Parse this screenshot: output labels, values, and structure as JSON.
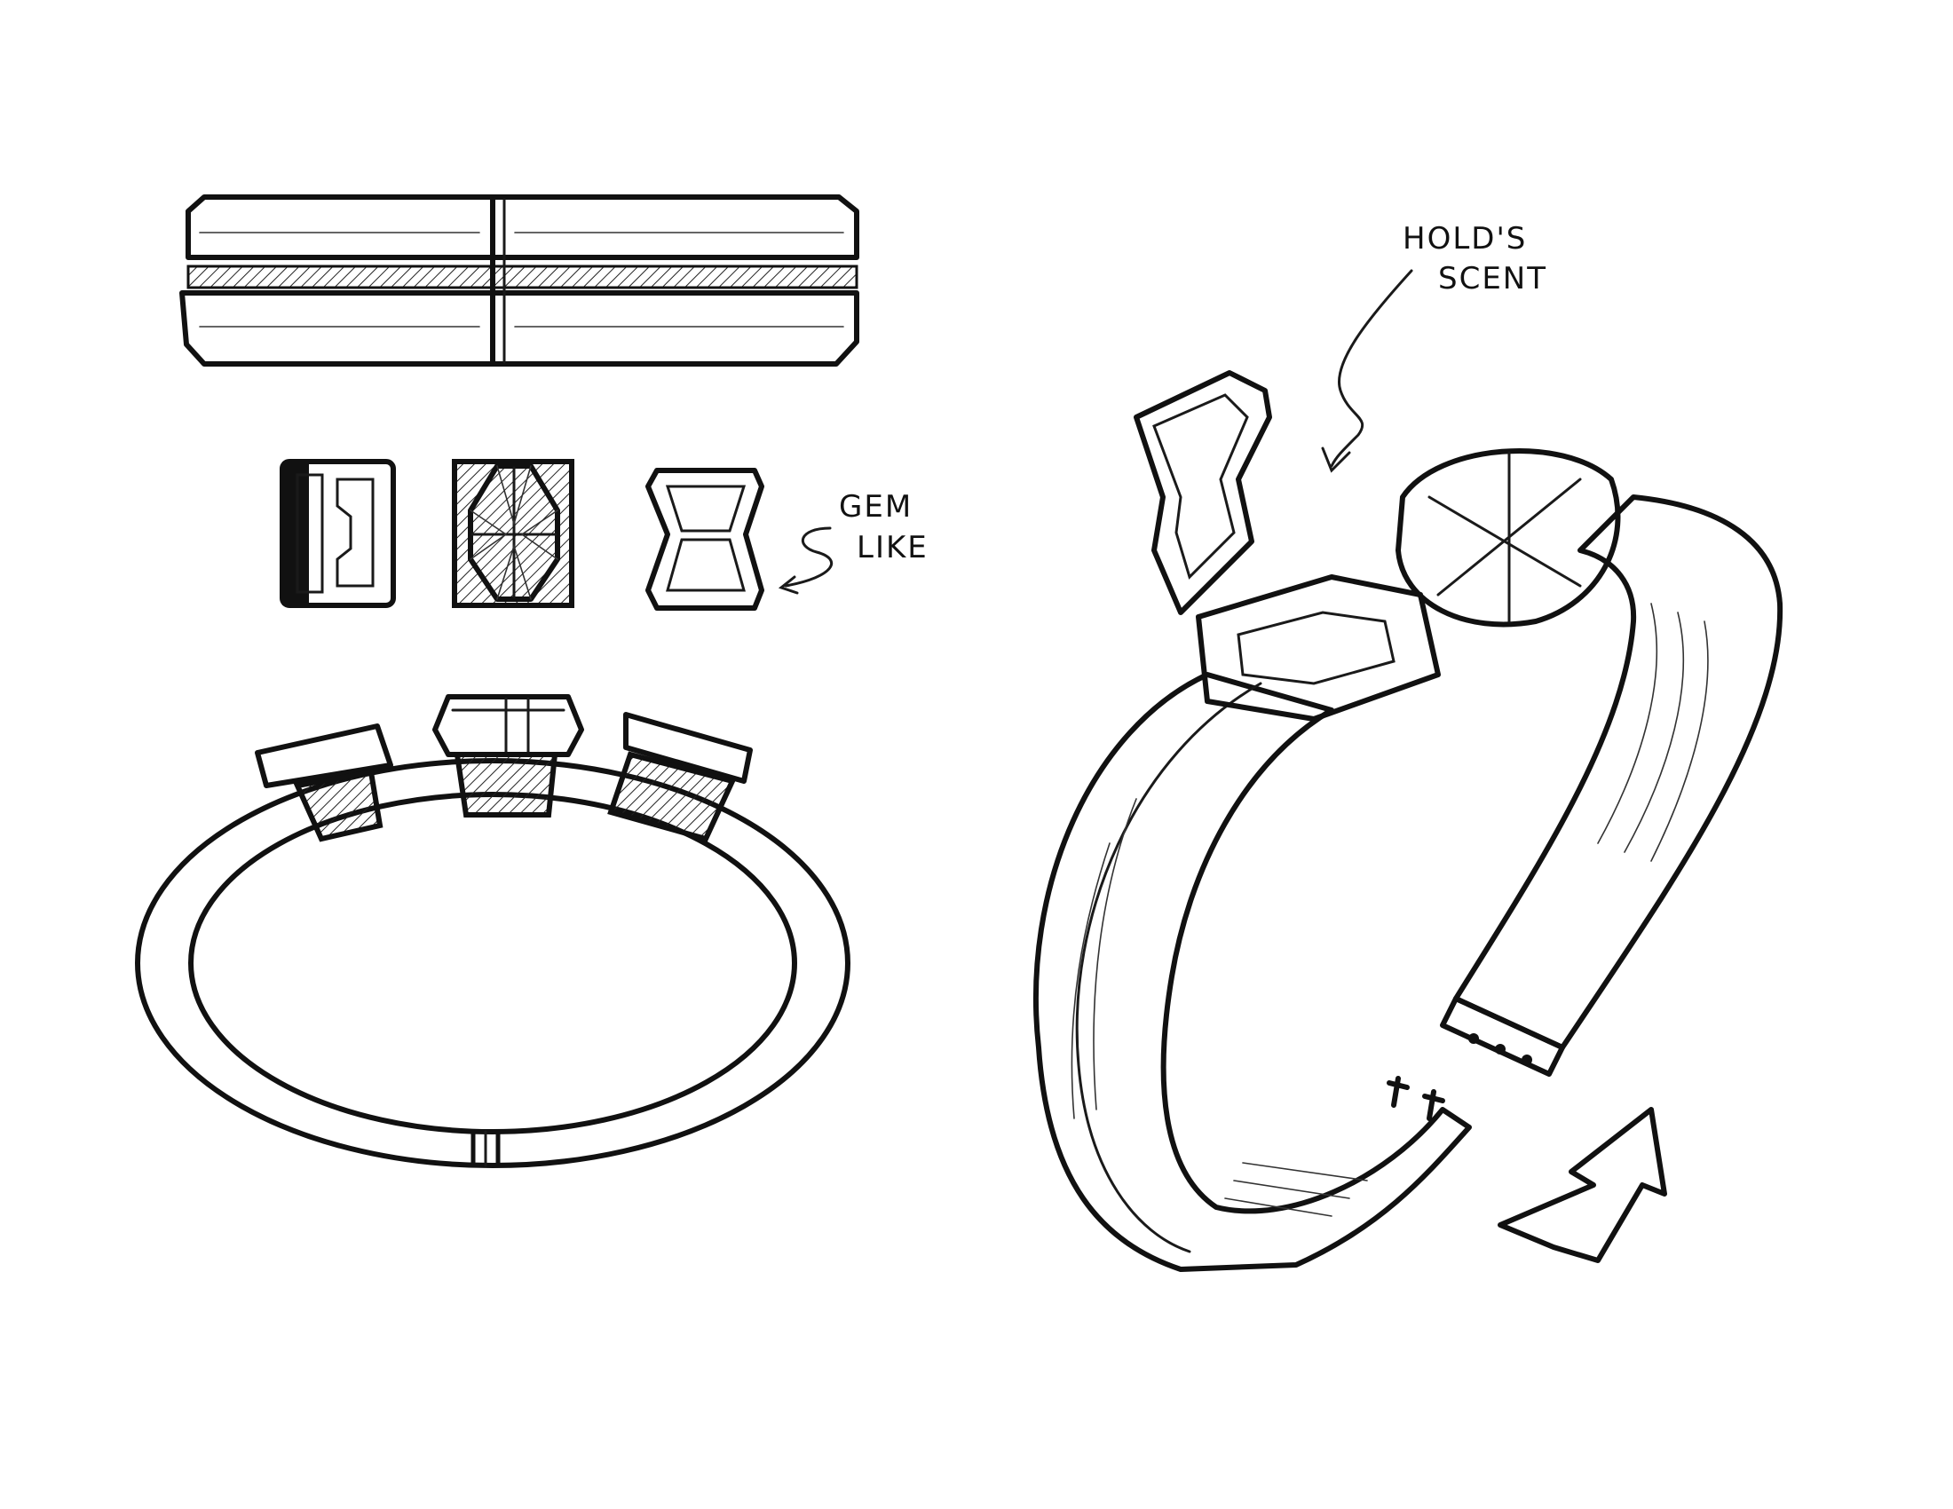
{
  "annotations": {
    "gem_like_line1": "GEM",
    "gem_like_line2": "LIKE",
    "holds_scent_line1": "HOLD'S",
    "holds_scent_line2": "SCENT"
  },
  "colors": {
    "paper": "#ffffff",
    "ink": "#111111"
  }
}
